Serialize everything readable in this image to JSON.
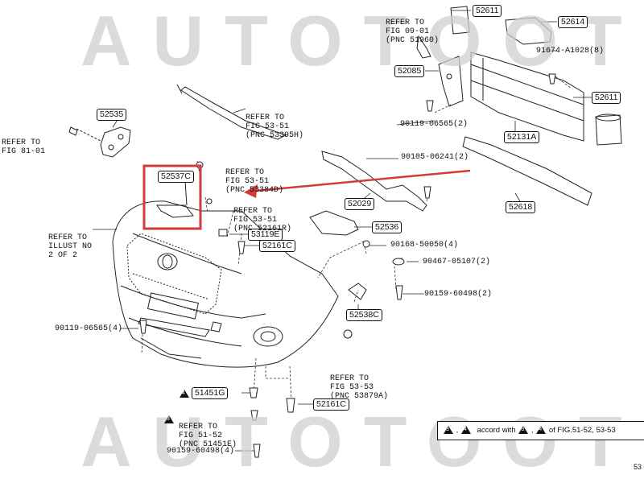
{
  "watermark": {
    "text": "AUTOTOOT"
  },
  "parts": {
    "p52611_top": "52611",
    "p52614": "52614",
    "p91674": "91674-A1028(8)",
    "p52085": "52085",
    "p52611_right": "52611",
    "p90119_right": "90119-06565(2)",
    "p52131A": "52131A",
    "p52535": "52535",
    "p90105": "90105-06241(2)",
    "p52537C": "52537C",
    "p52029": "52029",
    "p52618": "52618",
    "p52536": "52536",
    "p53119E": "53119E",
    "p52161C_top": "52161C",
    "p90168": "90168-50050(4)",
    "p90467": "90467-05107(2)",
    "p90159_right": "90159-60498(2)",
    "p52538C": "52538C",
    "p90119_left": "90119-06565(4)",
    "p51451G": "51451G",
    "p52161C_bottom": "52161C",
    "p90159_bottom": "90159-60498(4)"
  },
  "refs": {
    "fig0901": [
      "REFER TO",
      "FIG 09-01",
      "(PNC 51960)"
    ],
    "fig5351_a": [
      "REFER TO",
      "FIG 53-51",
      "(PNC 53395H)"
    ],
    "fig8101": [
      "REFER TO",
      "FIG 81-01"
    ],
    "fig5351_b": [
      "REFER TO",
      "FIG 53-51",
      "(PNC 53384D)"
    ],
    "fig5351_c": [
      "REFER TO",
      "FIG 53-51",
      "(PNC 52161R)"
    ],
    "illust": [
      "REFER TO",
      "ILLUST NO",
      "2 OF 2"
    ],
    "fig5353": [
      "REFER TO",
      "FIG 53-53",
      "(PNC 53879A)"
    ],
    "fig5152": [
      "REFER TO",
      "FIG 51-52",
      "(PNC 51451E)"
    ]
  },
  "legend": {
    "n3": "3",
    "n4": "4",
    "text1": "accord with",
    "sep": ",",
    "text2": "of FIG.51-52, 53-53"
  },
  "page_number": "53"
}
